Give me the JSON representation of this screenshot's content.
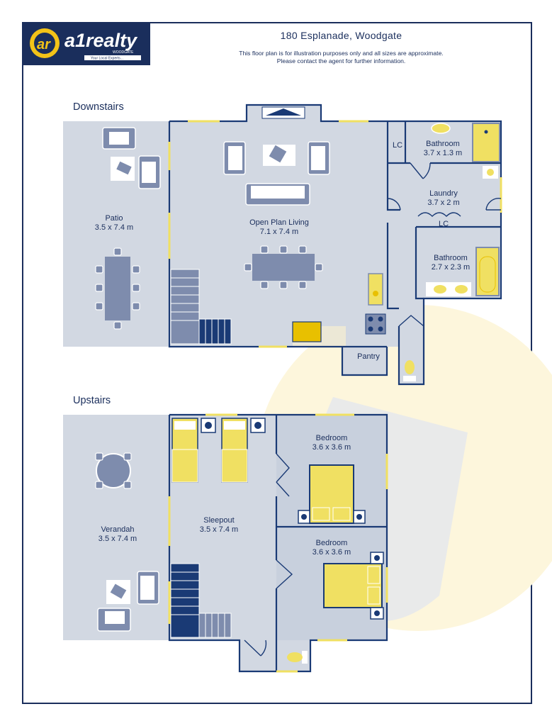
{
  "header": {
    "logo_text": "a1realty",
    "logo_sub": "WOODGATE",
    "logo_tagline": "Your Local Experts...",
    "address": "180 Esplanade, Woodgate",
    "disclaimer_line1": "This floor plan is for illustration purposes only and all sizes are approximate.",
    "disclaimer_line2": "Please contact the agent for further information."
  },
  "downstairs": {
    "heading": "Downstairs",
    "rooms": {
      "patio": {
        "name": "Patio",
        "size": "3.5 x 7.4 m"
      },
      "living": {
        "name": "Open Plan Living",
        "size": "7.1 x 7.4 m"
      },
      "bathroom1": {
        "name": "Bathroom",
        "size": "3.7 x 1.3 m"
      },
      "laundry": {
        "name": "Laundry",
        "size": "3.7 x 2 m"
      },
      "bathroom2": {
        "name": "Bathroom",
        "size": "2.7 x 2.3 m"
      },
      "pantry": {
        "name": "Pantry"
      },
      "lc1": {
        "name": "LC"
      },
      "lc2": {
        "name": "LC"
      }
    }
  },
  "upstairs": {
    "heading": "Upstairs",
    "rooms": {
      "verandah": {
        "name": "Verandah",
        "size": "3.5 x 7.4 m"
      },
      "sleepout": {
        "name": "Sleepout",
        "size": "3.5 x 7.4 m"
      },
      "bedroom1": {
        "name": "Bedroom",
        "size": "3.6 x 3.6 m"
      },
      "bedroom2": {
        "name": "Bedroom",
        "size": "3.6 x 3.6 m"
      }
    }
  },
  "colors": {
    "wall": "#1a3a75",
    "floor": "#d2d8e2",
    "furniture": "#7e8cad",
    "fixture": "#f0e062",
    "navy": "#1a2e5c",
    "brand_yellow": "#f3c318"
  }
}
